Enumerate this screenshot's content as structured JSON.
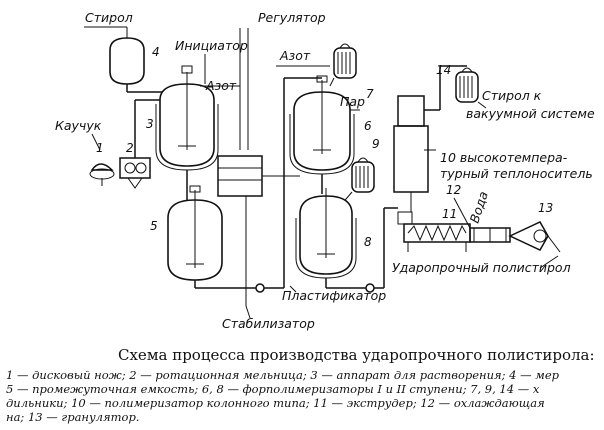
{
  "labels": {
    "styrene_in": "Стирол",
    "regulator": "Регулятор",
    "initiator": "Инициатор",
    "nitrogen_a": "Азот",
    "nitrogen_b": "Азот",
    "rubber": "Каучук",
    "steam": "Пар",
    "styrene_out": "Стирол к",
    "vacuum_system": "вакуумной системе",
    "coolant_1": "10 высокотемпера-",
    "coolant_2": "турный теплоноситель",
    "water": "Вода",
    "product": "Ударопрочный полистирол",
    "plasticizer": "Пластификатор",
    "stabilizer": "Стабилизатор"
  },
  "numbers": {
    "n1": "1",
    "n2": "2",
    "n3": "3",
    "n4": "4",
    "n5": "5",
    "n6": "6",
    "n7": "7",
    "n8": "8",
    "n9": "9",
    "n11": "11",
    "n12": "12",
    "n13": "13",
    "n14": "14"
  },
  "caption": {
    "title": "Схема процесса производства ударопрочного полистирола:",
    "legend": [
      "1 — дисковый нож; 2 — ротационная мельница; 3 — аппарат для растворения; 4 — мер",
      "5 — промежуточная емкость; 6, 8 — форполимеризаторы I и II ступени; 7, 9, 14 — х",
      "дильники; 10 — полимеризатор колонного типа; 11 — экструдер; 12 — охлаждающая",
      "на; 13 — гранулятор."
    ]
  }
}
